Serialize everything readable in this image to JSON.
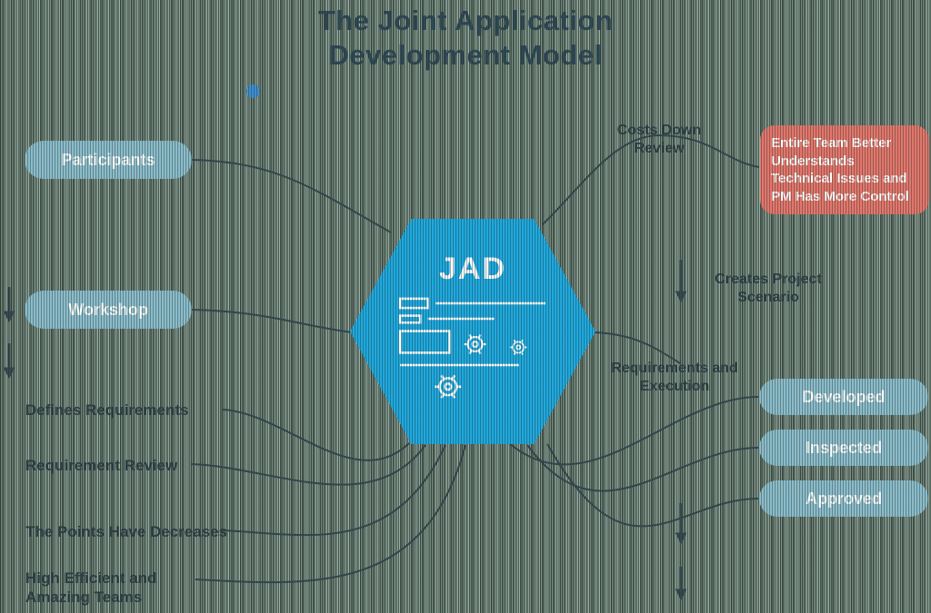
{
  "title": {
    "line1": "The Joint Application",
    "line2": "Development Model"
  },
  "hexagon": {
    "label": "JAD"
  },
  "left": {
    "pills": [
      {
        "label": "Participants"
      },
      {
        "label": "Workshop"
      }
    ],
    "notes": [
      {
        "label": "Defines Requirements"
      },
      {
        "label": "Requirement Review"
      },
      {
        "label": "The Points Have Decreases"
      },
      {
        "label": "High Efficient and Amazing Teams"
      }
    ]
  },
  "right": {
    "notes": [
      {
        "label": "Costs Down Review"
      },
      {
        "label": "Creates Project Scenario"
      },
      {
        "label": "Requirements and Execution"
      }
    ],
    "callout": {
      "text": "Entire Team Better Understands Technical Issues and PM Has More Control"
    },
    "pills": [
      {
        "label": "Developed"
      },
      {
        "label": "Inspected"
      },
      {
        "label": "Approved"
      }
    ]
  },
  "colors": {
    "pill": "#8bbccb",
    "callout": "#e4766c",
    "hexagon": "#1fa9e0",
    "ink": "#2e3e46",
    "dot": "#3e8ed0",
    "line": "#37474f"
  }
}
